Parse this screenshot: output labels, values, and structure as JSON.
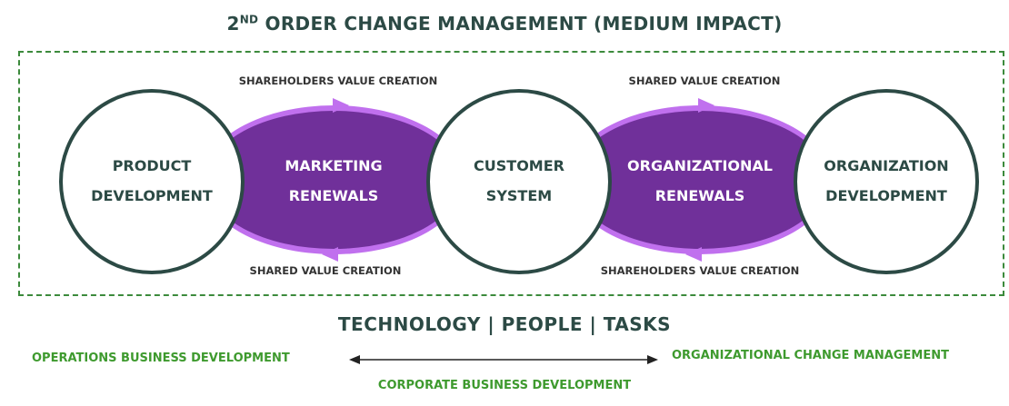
{
  "title": {
    "prefix": "2",
    "superscript": "ND",
    "rest": " ORDER CHANGE MANAGEMENT (MEDIUM IMPACT)"
  },
  "nodes": {
    "product": "PRODUCT\nDEVELOPMENT",
    "marketing": "MARKETING\nRENEWALS",
    "customer": "CUSTOMER\nSYSTEM",
    "organizational_renewals": "ORGANIZATIONAL\nRENEWALS",
    "organization_development": "ORGANIZATION\nDEVELOPMENT"
  },
  "flows": {
    "top_left": "SHAREHOLDERS VALUE CREATION",
    "top_right": "SHARED VALUE CREATION",
    "bottom_left": "SHARED VALUE CREATION",
    "bottom_right": "SHAREHOLDERS VALUE CREATION"
  },
  "footer": {
    "tpt": "TECHNOLOGY | PEOPLE | TASKS",
    "left": "OPERATIONS  BUSINESS DEVELOPMENT",
    "right": "ORGANIZATIONAL CHANGE MANAGEMENT",
    "bottom": "CORPORATE BUSINESS DEVELOPMENT"
  },
  "colors": {
    "purple": "#70309a",
    "lilac": "#c070ee",
    "circle_border": "#2c4a45",
    "dark_text": "#2c4a45",
    "green": "#3e9a2e"
  }
}
